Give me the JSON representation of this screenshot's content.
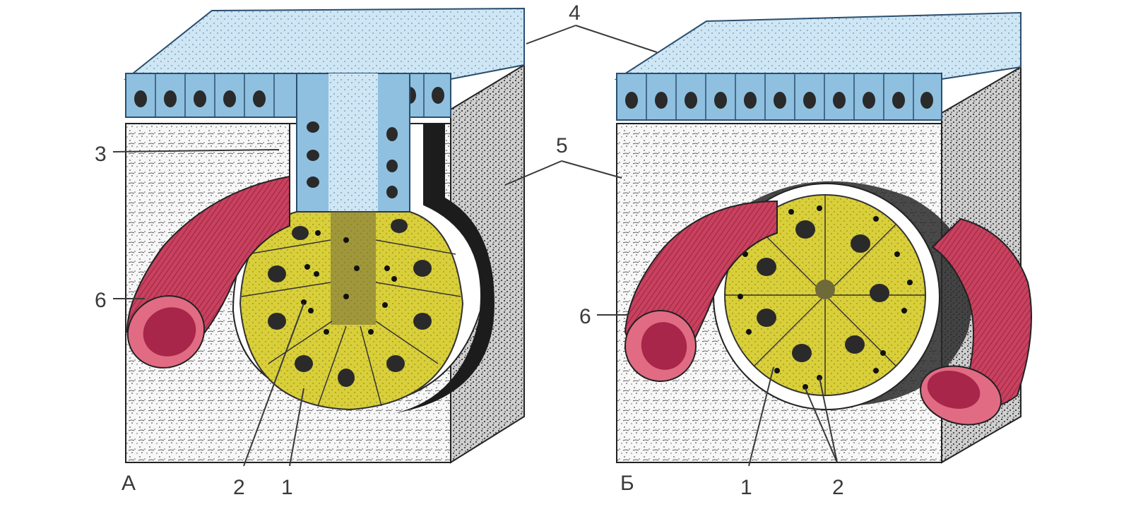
{
  "colors": {
    "epithelium": "#8fc0e0",
    "epithelium_dark": "#5b95c7",
    "surface": "#cfe6f5",
    "secretory": "#d9cf3a",
    "secretory_dark": "#b8aa22",
    "vessel": "#c8415f",
    "vessel_dark": "#8e1f3a",
    "tissue": "#f3f3f3",
    "tissue_dark": "#222222",
    "label": "#3a3a3a"
  },
  "panels": [
    {
      "id": "A",
      "letter": "А",
      "labels": {
        "secretory_cells": "1",
        "secretory_granules": "2",
        "duct": "3",
        "epithelium": "4",
        "connective_tissue": "5",
        "blood_vessel": "6"
      }
    },
    {
      "id": "B",
      "letter": "Б",
      "labels": {
        "secretory_cells": "1",
        "secretory_granules": "2",
        "blood_vessel": "6"
      }
    }
  ]
}
